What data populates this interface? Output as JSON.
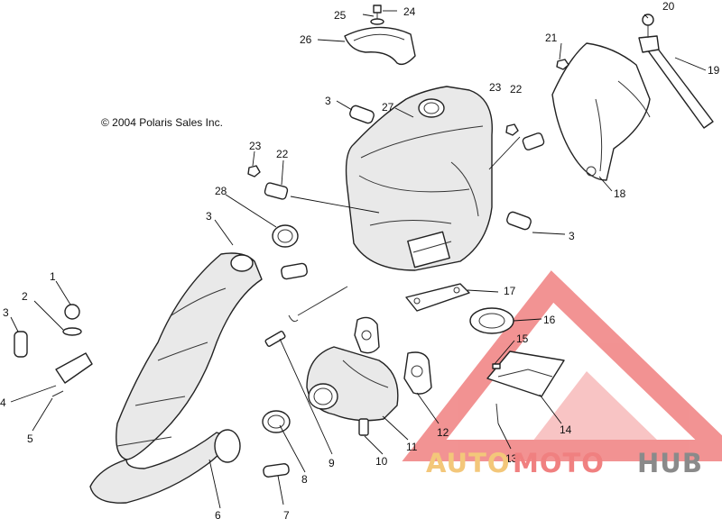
{
  "copyright": "© 2004 Polaris Sales Inc.",
  "watermark": {
    "part1": "AUTO",
    "part2": "MOTO",
    "part3": "HUB",
    "color_primary": "#f08080",
    "color_secondary": "#f3c77a",
    "color_tertiary": "#8a8a8a"
  },
  "callouts": {
    "c1": "1",
    "c2": "2",
    "c3a": "3",
    "c3b": "3",
    "c3c": "3",
    "c3d": "3",
    "c4": "4",
    "c5": "5",
    "c6": "6",
    "c7": "7",
    "c8": "8",
    "c9": "9",
    "c10": "10",
    "c11": "11",
    "c12": "12",
    "c13": "13",
    "c14": "14",
    "c15": "15",
    "c16": "16",
    "c17": "17",
    "c18": "18",
    "c19": "19",
    "c20": "20",
    "c21": "21",
    "c22a": "22",
    "c22b": "22",
    "c23a": "23",
    "c23b": "23",
    "c24": "24",
    "c25": "25",
    "c26": "26",
    "c27": "27",
    "c28": "28"
  }
}
